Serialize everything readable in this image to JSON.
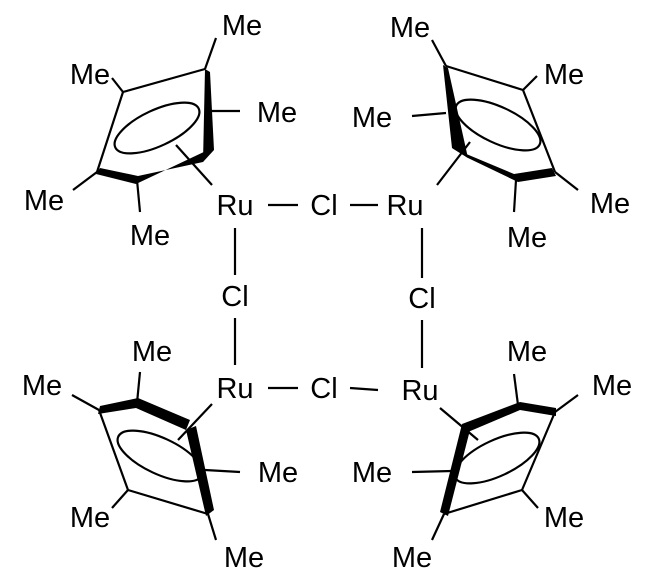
{
  "atoms": {
    "metal": "Ru",
    "halide": "Cl",
    "methyl": "Me"
  },
  "colors": {
    "ink": "#000000",
    "background": "#ffffff"
  }
}
